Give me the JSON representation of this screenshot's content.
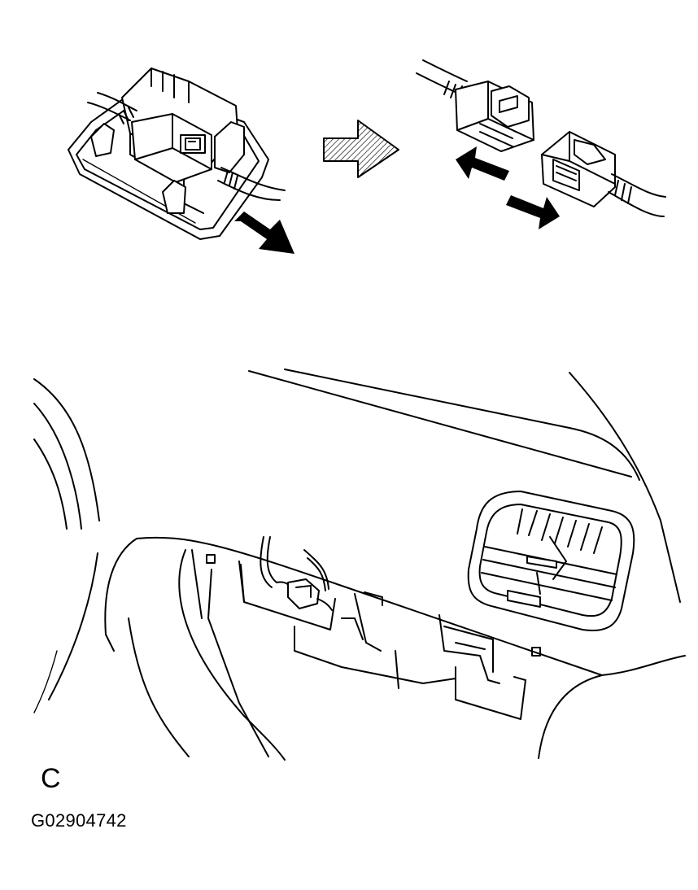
{
  "labels": {
    "view_letter": "C",
    "figure_code": "G02904742"
  },
  "colors": {
    "line": "#000000",
    "background": "#ffffff",
    "hatch_arrow_fill": "#bfbfbf"
  },
  "icons": {
    "sequence_arrow": "hatched-right-arrow",
    "pull_arrow": "solid-arrow",
    "disconnect_arrow": "double-opposing-arrows"
  }
}
